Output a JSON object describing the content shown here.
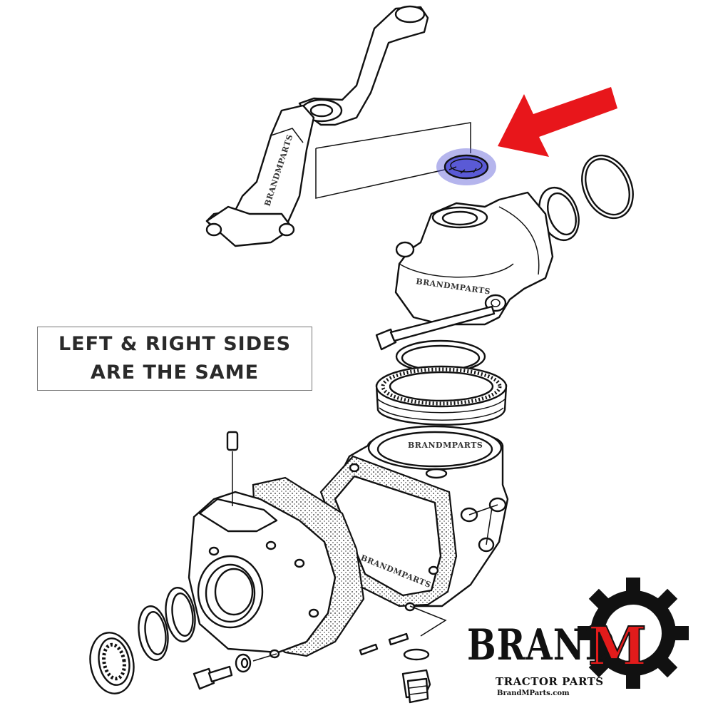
{
  "note": {
    "line1": "LEFT & RIGHT SIDES",
    "line2": "ARE THE SAME"
  },
  "watermarks": {
    "text": "BRANDMPARTS"
  },
  "logo": {
    "brand": "BRAND",
    "m": "M",
    "tagline": "TRACTOR PARTS",
    "url": "BrandMParts.com"
  },
  "colors": {
    "arrow": "#e8161b",
    "highlight": "#5a5ad6",
    "logo_m": "#e21b1b"
  },
  "icons": {
    "pointer": "red-arrow-icon",
    "gear": "gear-icon"
  }
}
